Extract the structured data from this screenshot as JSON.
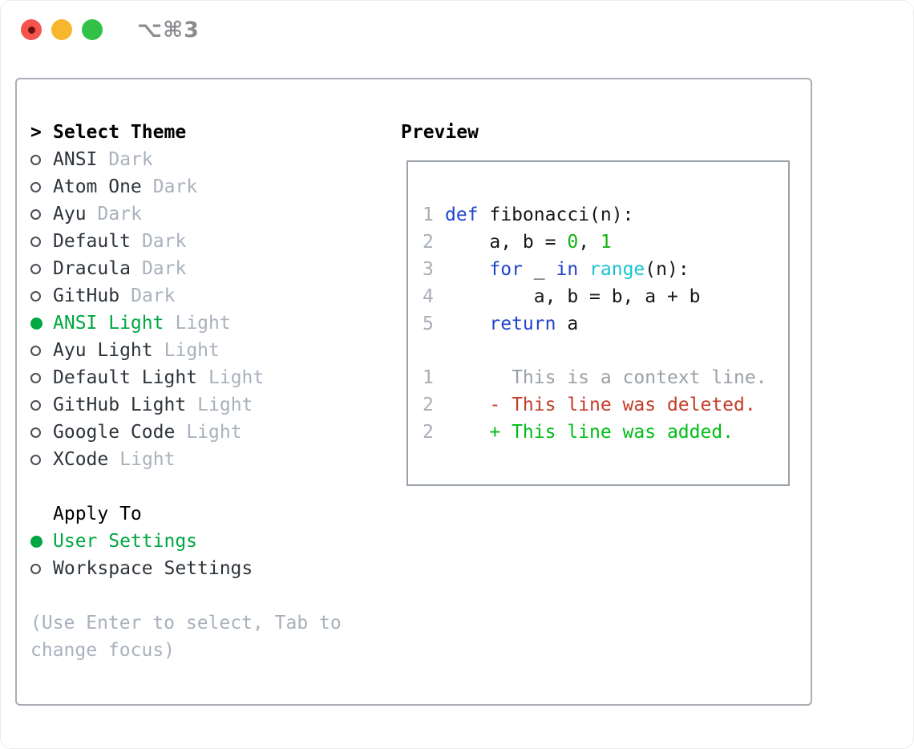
{
  "window": {
    "title": "⌥⌘3"
  },
  "traffic_lights": {
    "close": "close-button",
    "minimize": "minimize-button",
    "zoom": "zoom-button"
  },
  "theme_panel": {
    "header_prefix": ">",
    "header": "Select Theme",
    "items": [
      {
        "name": "ANSI",
        "tag": "Dark",
        "selected": false
      },
      {
        "name": "Atom One",
        "tag": "Dark",
        "selected": false
      },
      {
        "name": "Ayu",
        "tag": "Dark",
        "selected": false
      },
      {
        "name": "Default",
        "tag": "Dark",
        "selected": false
      },
      {
        "name": "Dracula",
        "tag": "Dark",
        "selected": false
      },
      {
        "name": "GitHub",
        "tag": "Dark",
        "selected": false
      },
      {
        "name": "ANSI Light",
        "tag": "Light",
        "selected": true
      },
      {
        "name": "Ayu Light",
        "tag": "Light",
        "selected": false
      },
      {
        "name": "Default Light",
        "tag": "Light",
        "selected": false
      },
      {
        "name": "GitHub Light",
        "tag": "Light",
        "selected": false
      },
      {
        "name": "Google Code",
        "tag": "Light",
        "selected": false
      },
      {
        "name": "XCode",
        "tag": "Light",
        "selected": false
      }
    ],
    "apply_to": {
      "header": "Apply To",
      "options": [
        {
          "name": "User Settings",
          "selected": true
        },
        {
          "name": "Workspace Settings",
          "selected": false
        }
      ]
    },
    "hint": "(Use Enter to select, Tab to change focus)"
  },
  "preview": {
    "header": "Preview",
    "code_lines": [
      {
        "num": "1",
        "tokens": [
          {
            "c": "kw",
            "t": "def"
          },
          {
            "c": "pl",
            "t": " fibonacci(n):"
          }
        ]
      },
      {
        "num": "2",
        "tokens": [
          {
            "c": "pl",
            "t": "    a, b = "
          },
          {
            "c": "num",
            "t": "0"
          },
          {
            "c": "pl",
            "t": ", "
          },
          {
            "c": "num",
            "t": "1"
          }
        ]
      },
      {
        "num": "3",
        "tokens": [
          {
            "c": "pl",
            "t": "    "
          },
          {
            "c": "kw",
            "t": "for"
          },
          {
            "c": "pl",
            "t": " _ "
          },
          {
            "c": "kw",
            "t": "in"
          },
          {
            "c": "pl",
            "t": " "
          },
          {
            "c": "bi",
            "t": "range"
          },
          {
            "c": "pl",
            "t": "(n):"
          }
        ]
      },
      {
        "num": "4",
        "tokens": [
          {
            "c": "pl",
            "t": "        a, b = b, a + b"
          }
        ]
      },
      {
        "num": "5",
        "tokens": [
          {
            "c": "pl",
            "t": "    "
          },
          {
            "c": "kw",
            "t": "return"
          },
          {
            "c": "pl",
            "t": " a"
          }
        ]
      }
    ],
    "diff_lines": [
      {
        "num": "1",
        "kind": "context",
        "text": "      This is a context line."
      },
      {
        "num": "2",
        "kind": "deleted",
        "text": "    - This line was deleted."
      },
      {
        "num": "2",
        "kind": "added",
        "text": "    + This line was added."
      }
    ]
  },
  "palette": {
    "accent-green": "#00a742",
    "added-green": "#00bd17",
    "number-green": "#12b212",
    "keyword-blue": "#2144cc",
    "builtin-cyan": "#17c3cf",
    "deleted-red": "#c43c28",
    "context-gray": "#9aa0a7",
    "muted-gray": "#a9b1bc",
    "text-dark": "#2e343b",
    "code-black": "#15181c",
    "border-gray": "#a9aeb7",
    "preview-border": "#9aa1a9",
    "linenum-gray": "#a7aeb6",
    "titlebar-gray": "#8b8b90",
    "light-red": "#f4544d",
    "light-yellow": "#f6b62e",
    "light-green": "#32c146"
  }
}
